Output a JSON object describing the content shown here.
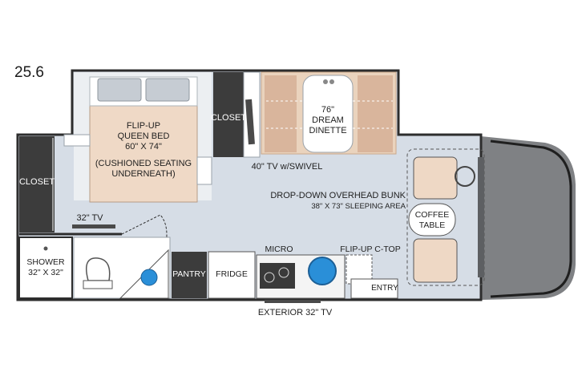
{
  "model": "25.6",
  "labels": {
    "bed_line1": "FLIP-UP",
    "bed_line2": "QUEEN BED",
    "bed_line3": "60\" X 74\"",
    "bed_line4": "(CUSHIONED SEATING",
    "bed_line5": "UNDERNEATH)",
    "closet_top": "CLOSET",
    "closet_left": "CLOSET",
    "dinette_line1": "76\"",
    "dinette_line2": "DREAM",
    "dinette_line3": "DINETTE",
    "tv_swivel": "40\" TV w/SWIVEL",
    "tv_32": "32\" TV",
    "bunk_line1": "DROP-DOWN OVERHEAD BUNK",
    "bunk_line2": "38\" X 73\" SLEEPING AREA",
    "coffee_line1": "COFFEE",
    "coffee_line2": "TABLE",
    "shower_line1": "SHOWER",
    "shower_line2": "32\" X 32\"",
    "pantry": "PANTRY",
    "fridge": "FRIDGE",
    "micro": "MICRO",
    "flip_ctop": "FLIP-UP C-TOP",
    "entry": "ENTRY",
    "exterior_tv": "EXTERIOR 32\" TV"
  },
  "colors": {
    "floor": "#d6dde6",
    "wall": "#2d2d2d",
    "dark_cabinet": "#3c3c3c",
    "bed": "#efd9c6",
    "pillow": "#c6ccd3",
    "dinette": "#ead3bd",
    "dinette_shade": "#d9b59c",
    "cab": "#7f8184",
    "seat": "#eed8c5",
    "sink_blue": "#2a8fd8",
    "counter": "#f4f4f4"
  }
}
